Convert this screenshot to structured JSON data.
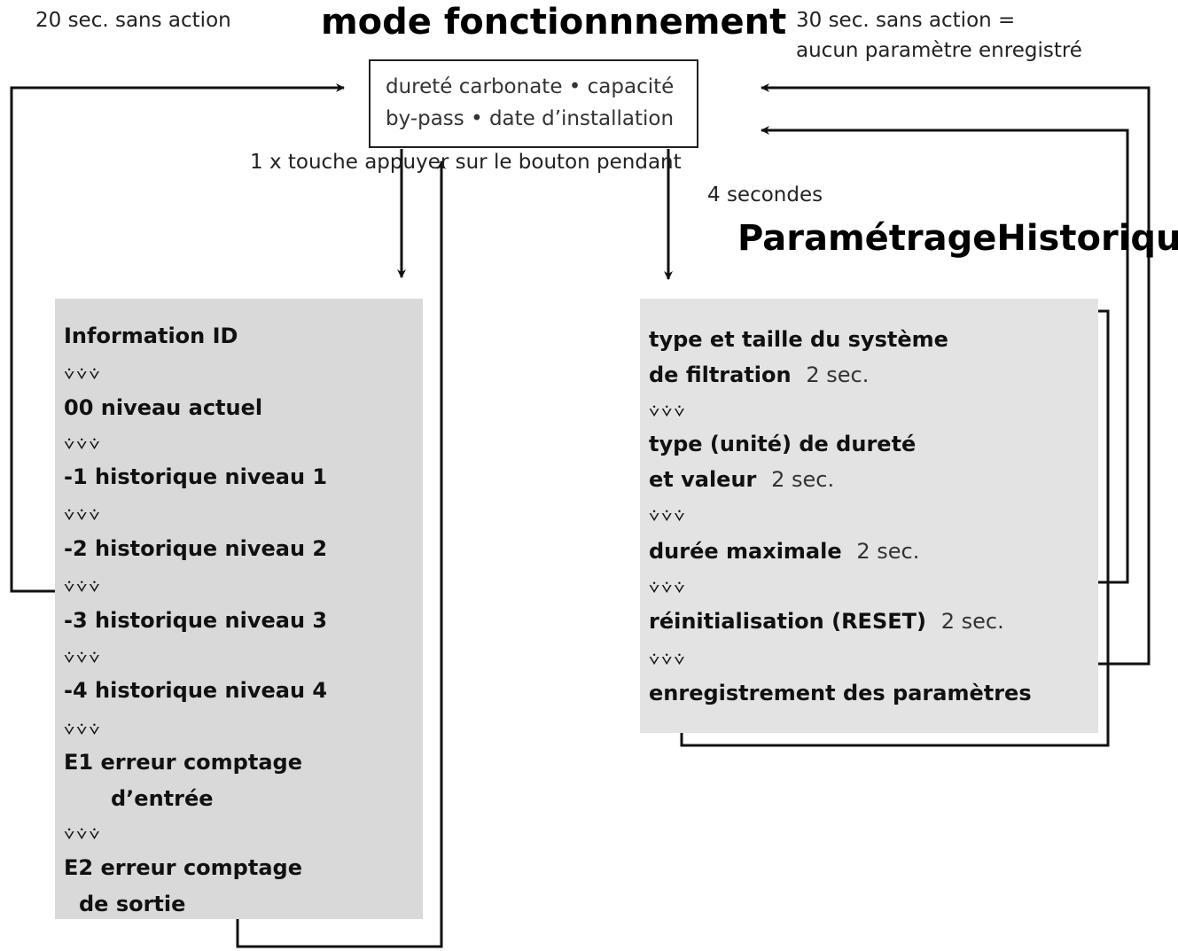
{
  "notes": {
    "inactivity_20": "20 sec. sans action",
    "inactivity_30_line1": "30 sec. sans action =",
    "inactivity_30_line2": "aucun paramètre enregistré",
    "press_once": "1 x touche appuyer sur le bouton pendant",
    "four_seconds": "4 secondes"
  },
  "titles": {
    "mode": "mode fonctionnnement",
    "parametrage": "ParamétrageHistorique"
  },
  "mode_box": {
    "line1": "dureté carbonate • capacité",
    "line2": "by-pass • date d’installation"
  },
  "chevron_symbol": "⩒⩒⩒",
  "left_panel": {
    "header": "Information ID",
    "rows": [
      "00  niveau actuel",
      "-1  historique niveau 1",
      "-2  historique niveau 2",
      "-3  historique niveau 3",
      "-4  historique niveau 4",
      "E1  erreur comptage",
      "d’entrée",
      "E2  erreur comptage",
      "de sortie"
    ]
  },
  "right_panel": {
    "rows": [
      {
        "text": "type et taille du système",
        "sec": ""
      },
      {
        "text": "de filtration",
        "sec": "2 sec."
      },
      {
        "text": "type (unité) de dureté",
        "sec": ""
      },
      {
        "text": "et valeur",
        "sec": "2 sec."
      },
      {
        "text": "durée maximale",
        "sec": "2 sec."
      },
      {
        "text": "réinitialisation (RESET)",
        "sec": "2 sec."
      },
      {
        "text": "enregistrement des paramètres",
        "sec": ""
      }
    ]
  },
  "colors": {
    "line": "#111111",
    "panel_left": "#d9d9d9",
    "panel_right": "#e3e3e3"
  }
}
